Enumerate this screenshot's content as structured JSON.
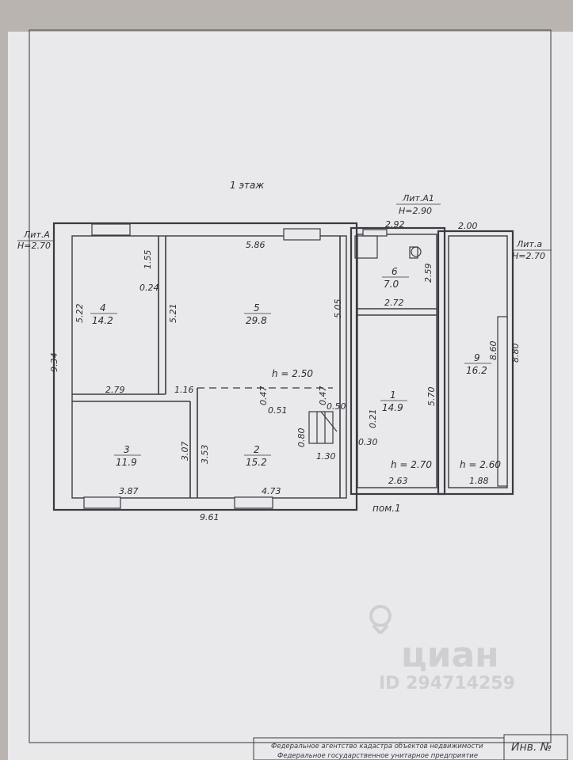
{
  "plan": {
    "floor_title": "1 этаж",
    "sections": {
      "lit_a": {
        "name": "Лит.А",
        "height": "H=2.70"
      },
      "lit_a1": {
        "name": "Лит.А1",
        "height": "H=2.90"
      },
      "lit_a_small": {
        "name": "Лит.а",
        "height": "H=2.70"
      }
    },
    "rooms": [
      {
        "num": "4",
        "area": "14.2"
      },
      {
        "num": "5",
        "area": "29.8"
      },
      {
        "num": "6",
        "area": "7.0"
      },
      {
        "num": "1",
        "area": "14.9"
      },
      {
        "num": "9",
        "area": "16.2"
      },
      {
        "num": "3",
        "area": "11.9"
      },
      {
        "num": "2",
        "area": "15.2"
      }
    ],
    "heights": {
      "main": "h = 2.50",
      "lit_a1": "h = 2.70",
      "veranda": "h = 2.60"
    },
    "dims": [
      "9.34",
      "5.22",
      "1.55",
      "0.24",
      "5.21",
      "5.86",
      "5.05",
      "2.92",
      "2.00",
      "2.59",
      "2.72",
      "8.60",
      "8.80",
      "5.70",
      "2.79",
      "1.16",
      "0.47",
      "0.51",
      "0.47",
      "0.50",
      "0.21",
      "0.30",
      "0.80",
      "1.30",
      "3.07",
      "3.53",
      "3.87",
      "4.73",
      "9.61",
      "2.63",
      "1.88"
    ],
    "entrance": "пом.1"
  },
  "watermark": {
    "brand": "циан",
    "id": "ID 294714259"
  },
  "stamp": {
    "line1": "Федеральное агентство кадастра объектов недвижимости",
    "line2": "Федеральное государственное унитарное предприятие",
    "inv": "Инв. №"
  }
}
